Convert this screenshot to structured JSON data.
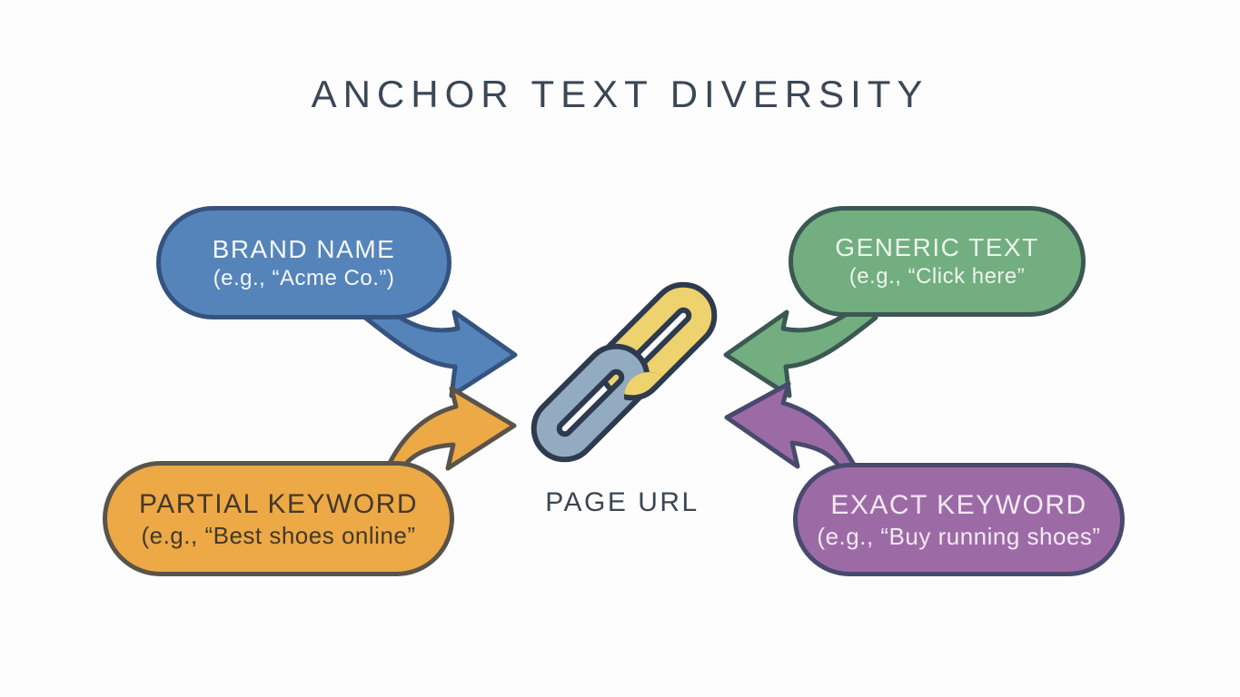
{
  "title": "ANCHOR TEXT DIVERSITY",
  "colors": {
    "background": "#fdfdfd",
    "heading_text": "#3b4756",
    "chain_outline": "#2e3a4e",
    "chain_front_link": "#92abc1",
    "chain_back_link": "#eed26e"
  },
  "center": {
    "icon": "chain-link-icon",
    "label": "PAGE URL"
  },
  "bubbles": [
    {
      "id": "brand-name",
      "position": "top-left",
      "label": "BRAND NAME",
      "example": "(e.g., “Acme Co.”)",
      "fill": "#5584ba",
      "border": "#35537f",
      "text_color": "#f4f8fb"
    },
    {
      "id": "generic-text",
      "position": "top-right",
      "label": "GENERIC TEXT",
      "example": "(e.g., “Click here”",
      "fill": "#72ae80",
      "border": "#3c5852",
      "text_color": "#ecf5ec"
    },
    {
      "id": "partial-keyword",
      "position": "bottom-left",
      "label": "PARTIAL KEYWORD",
      "example": "(e.g., “Best shoes online”",
      "fill": "#eda946",
      "border": "#5a5349",
      "text_color": "#43382a"
    },
    {
      "id": "exact-keyword",
      "position": "bottom-right",
      "label": "EXACT KEYWORD",
      "example": "(e.g., “Buy running shoes”",
      "fill": "#9c6ba6",
      "border": "#474a6d",
      "text_color": "#f3e9f4"
    }
  ]
}
